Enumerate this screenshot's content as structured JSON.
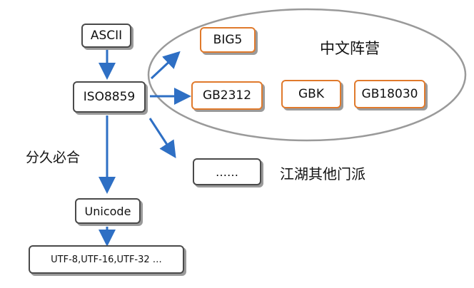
{
  "nodes": {
    "ascii": "ASCII",
    "iso8859": "ISO8859",
    "unicode": "Unicode",
    "utf": "UTF-8,UTF-16,UTF-32 …",
    "big5": "BIG5",
    "gb2312": "GB2312",
    "gbk": "GBK",
    "gb18030": "GB18030",
    "others": "……"
  },
  "labels": {
    "chinese_camp": "中文阵营",
    "jianghu_others": "江湖其他门派",
    "split_merge": "分久必合"
  },
  "colors": {
    "arrow": "#2e6fc4",
    "box_border": "#4a4a4a",
    "orange_border": "#e07a2c",
    "ellipse": "#9a9a9a"
  }
}
